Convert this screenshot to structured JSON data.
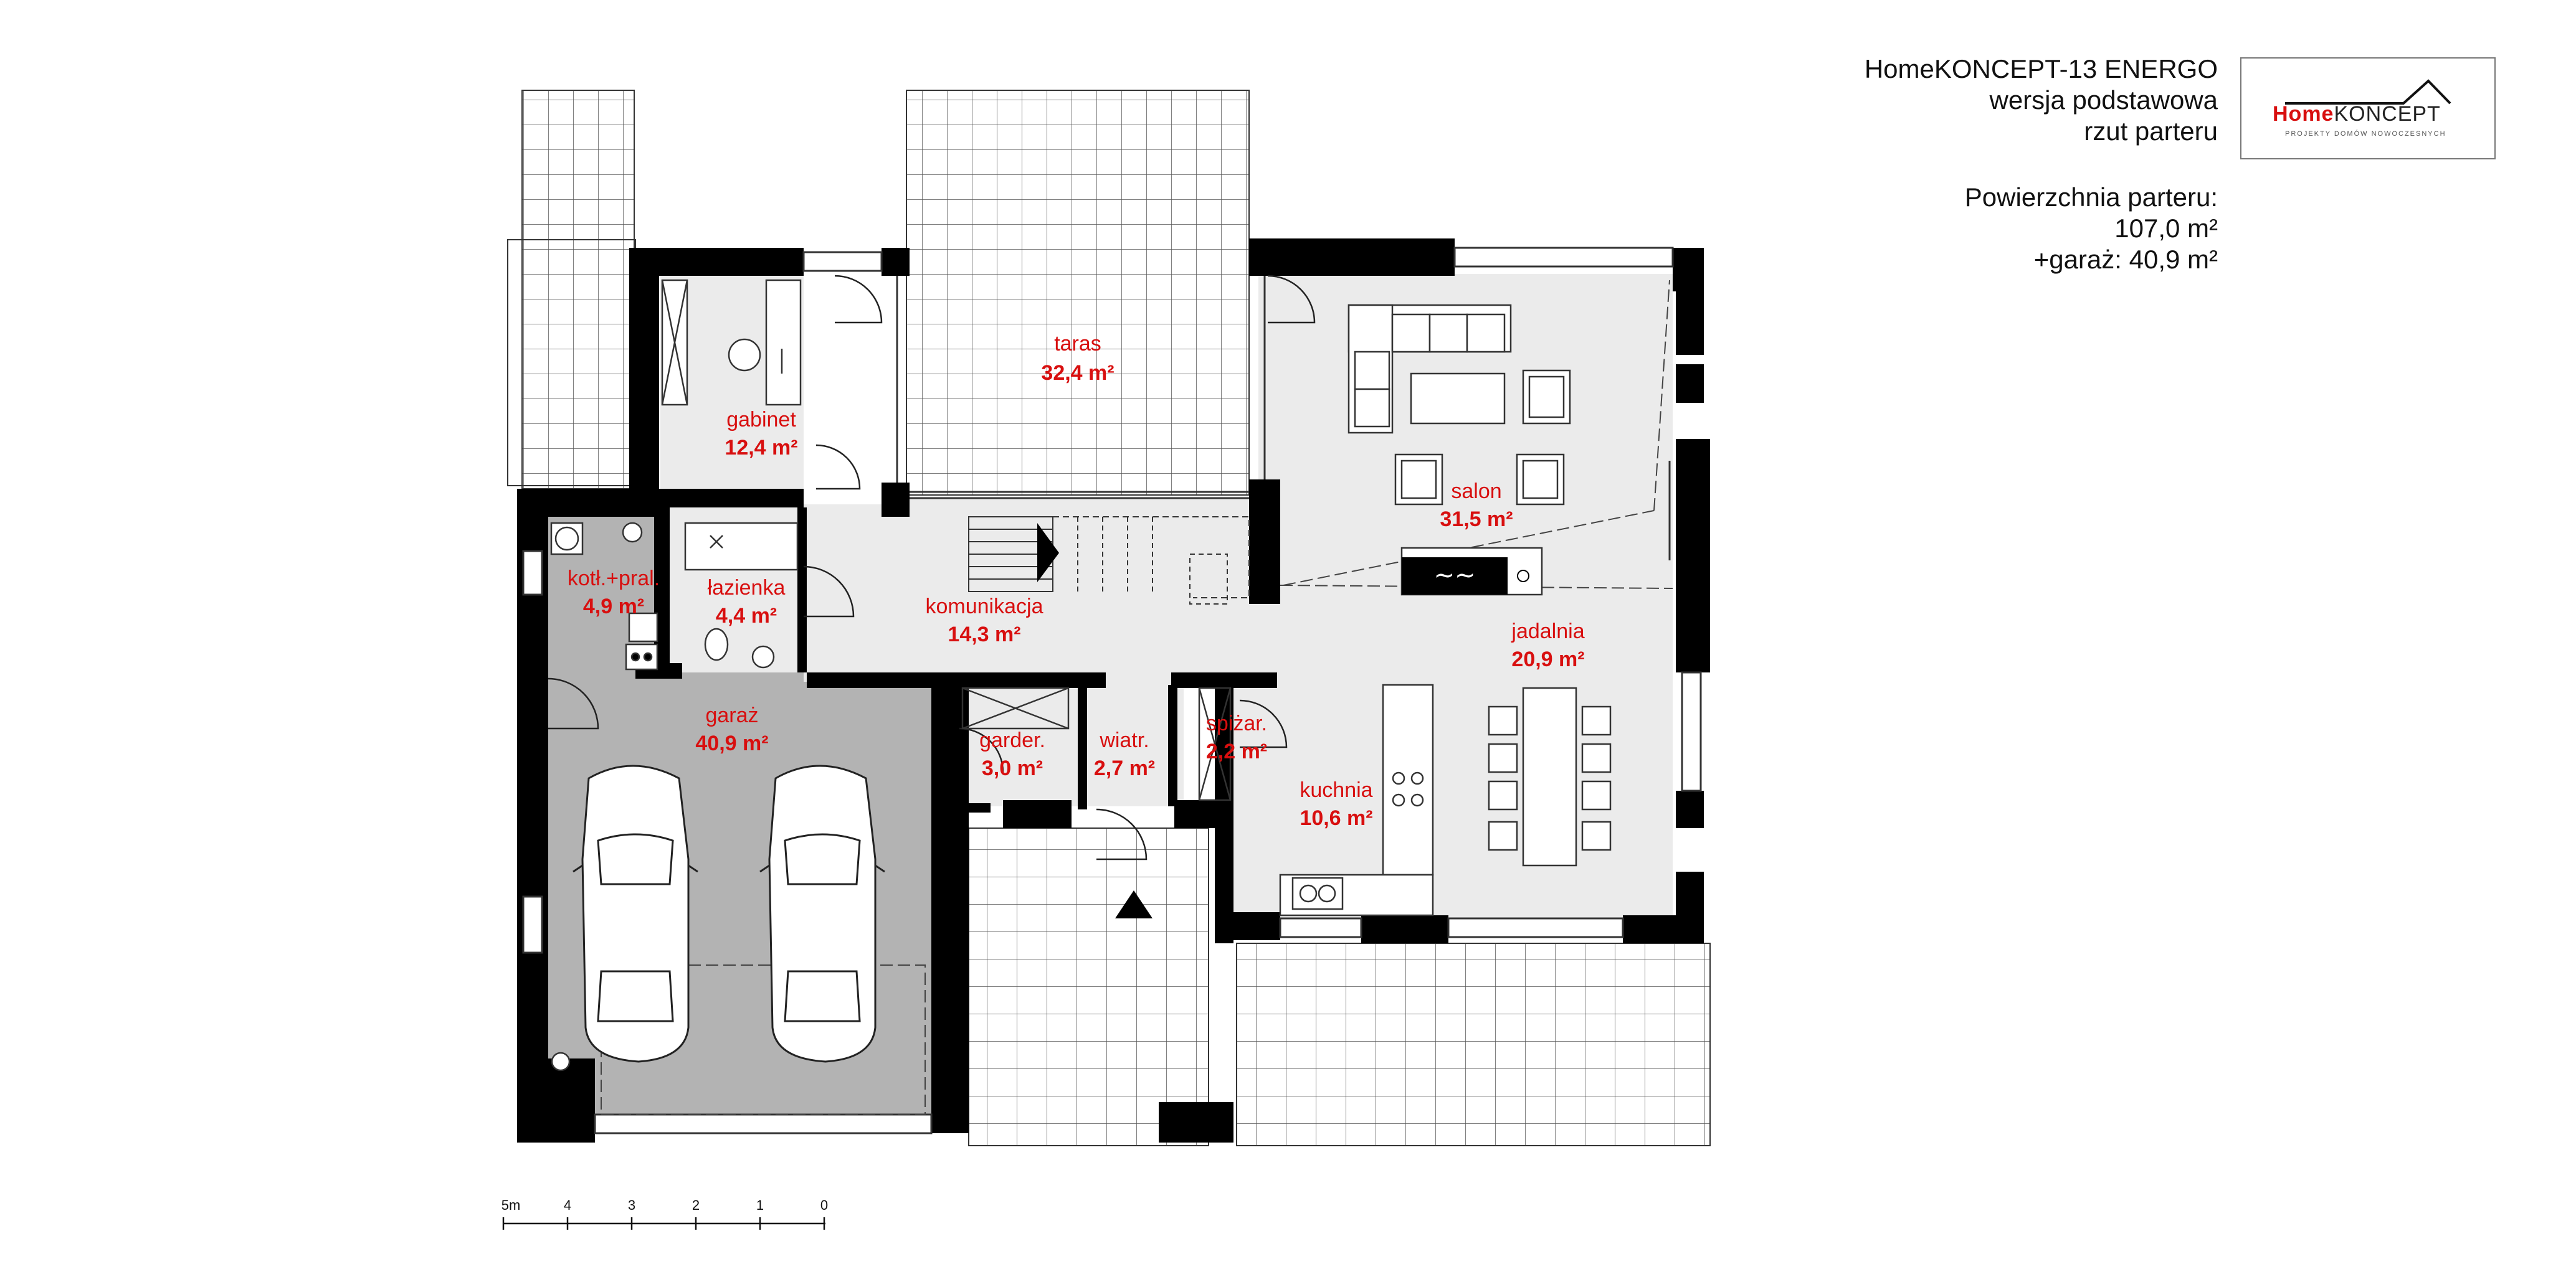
{
  "header": {
    "project_title": "HomeKONCEPT-13 ENERGO",
    "version": "wersja podstawowa",
    "view": "rzut parteru"
  },
  "summary": {
    "label": "Powierzchnia parteru:",
    "floor_area": "107,0 m²",
    "garage_area": "+garaż: 40,9 m²"
  },
  "logo": {
    "brand_home": "Home",
    "brand_koncept": "KONCEPT",
    "tagline": "PROJEKTY DOMÓW NOWOCZESNYCH"
  },
  "rooms": {
    "taras": {
      "name": "taras",
      "area": "32,4 m²"
    },
    "gabinet": {
      "name": "gabinet",
      "area": "12,4 m²"
    },
    "salon": {
      "name": "salon",
      "area": "31,5 m²"
    },
    "kotl": {
      "name": "kotł.+pral.",
      "area": "4,9 m²"
    },
    "lazienka": {
      "name": "łazienka",
      "area": "4,4 m²"
    },
    "komunikacja": {
      "name": "komunikacja",
      "area": "14,3 m²"
    },
    "jadalnia": {
      "name": "jadalnia",
      "area": "20,9 m²"
    },
    "garaz": {
      "name": "garaż",
      "area": "40,9 m²"
    },
    "spizarnia": {
      "name": "spiżar.",
      "area": "2,2 m²"
    },
    "garderoba": {
      "name": "garder.",
      "area": "3,0 m²"
    },
    "wiatrolap": {
      "name": "wiatr.",
      "area": "2,7 m²"
    },
    "kuchnia": {
      "name": "kuchnia",
      "area": "10,6 m²"
    }
  },
  "scale": {
    "labels": [
      "0",
      "1",
      "2",
      "3",
      "4",
      "5m"
    ]
  },
  "colors": {
    "wall": "#000000",
    "floor": "#ebebeb",
    "garage_floor": "#b3b3b3",
    "label": "#d80f0f",
    "line": "#333333"
  }
}
